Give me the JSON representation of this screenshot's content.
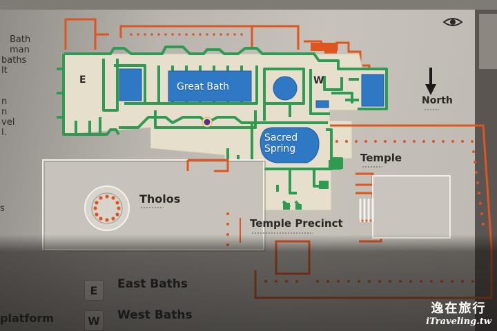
{
  "map_labels": {
    "great_bath": "Great Bath",
    "sacred_spring_line1": "Sacred",
    "sacred_spring_line2": "Spring",
    "east_marker": "E",
    "west_marker": "W",
    "temple": "Temple",
    "tholos": "Tholos",
    "temple_precinct": "Temple Precinct",
    "north": "North"
  },
  "left_text_fragments": [
    "Bath",
    "man",
    "baths",
    "lt",
    "n",
    "n",
    "vel",
    "l.",
    "s"
  ],
  "legend": {
    "items": [
      {
        "key": "E",
        "label": "East Baths"
      },
      {
        "key": "W",
        "label": "West Baths"
      }
    ],
    "platform_fragment": "platform"
  },
  "watermark": {
    "chinese": "逸在旅行",
    "site": "iTraveling.tw"
  },
  "colors": {
    "wall_green": "#2f9a52",
    "water_blue": "#2f78c4",
    "outline_orange": "#e0541f",
    "plaque_grey": "#c4c0b8",
    "cream_floor": "#e6dfcc"
  },
  "icons": [
    "north-arrow-icon",
    "tholos-ring-icon",
    "eye-icon"
  ]
}
